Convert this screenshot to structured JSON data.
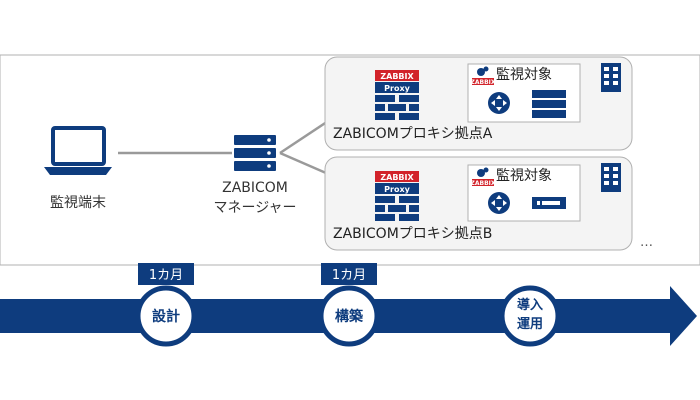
{
  "network": {
    "terminal_label": "監視端末",
    "manager_label_line1": "ZABICOM",
    "manager_label_line2": "マネージャー",
    "site_a": {
      "label": "ZABICOMプロキシ拠点A",
      "zabbix_text": "ZABBIX",
      "proxy_text": "Proxy",
      "target_label": "監視対象",
      "target_badge": "ZABBIX"
    },
    "site_b": {
      "label": "ZABICOMプロキシ拠点B",
      "zabbix_text": "ZABBIX",
      "proxy_text": "Proxy",
      "target_label": "監視対象",
      "target_badge": "ZABBIX"
    },
    "ellipsis": "…"
  },
  "timeline": {
    "durations": [
      "1カ月",
      "1カ月"
    ],
    "steps": [
      {
        "line1": "設計",
        "line2": ""
      },
      {
        "line1": "構築",
        "line2": ""
      },
      {
        "line1": "導入",
        "line2": "運用"
      }
    ]
  },
  "colors": {
    "navy": "#0e3c7e",
    "zabbix_red": "#d2232a",
    "line_gray": "#9a9a9a",
    "panel_bg": "#f4f4f4"
  }
}
